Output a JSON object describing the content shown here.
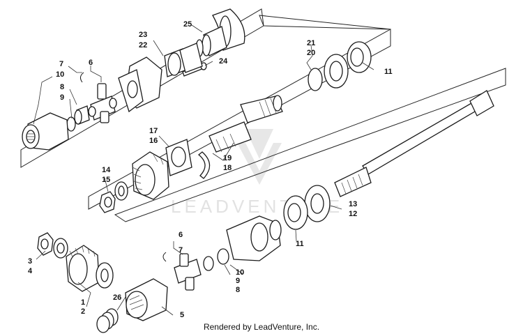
{
  "diagram": {
    "footer": "Rendered by LeadVenture, Inc.",
    "watermark": "LEADVENTURE",
    "callouts": {
      "c25": "25",
      "c23": "23",
      "c22": "22",
      "c24": "24",
      "c7a": "7",
      "c6a": "6",
      "c10a": "10",
      "c8a": "8",
      "c9a": "9",
      "c21": "21",
      "c20": "20",
      "c11a": "11",
      "c17": "17",
      "c16": "16",
      "c19": "19",
      "c18": "18",
      "c14": "14",
      "c15": "15",
      "c13": "13",
      "c12": "12",
      "c11b": "11",
      "c6b": "6",
      "c7b": "7",
      "c3": "3",
      "c4": "4",
      "c10b": "10",
      "c9b": "9",
      "c8b": "8",
      "c1": "1",
      "c2": "2",
      "c26": "26",
      "c5": "5"
    }
  }
}
